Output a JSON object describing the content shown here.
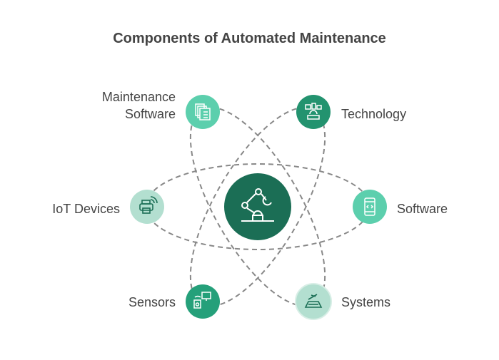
{
  "title": "Components of Automated Maintenance",
  "center": {
    "icon": "robot-arm-icon",
    "color": "#1b6e55"
  },
  "nodes": [
    {
      "label": "Maintenance Software",
      "line1": "Maintenance",
      "line2": "Software",
      "icon": "documents-checklist-icon",
      "color": "#5ccfad"
    },
    {
      "label": "Technology",
      "icon": "devices-network-icon",
      "color": "#23936f"
    },
    {
      "label": "IoT Devices",
      "icon": "wireless-printer-icon",
      "color": "#b3dfd0"
    },
    {
      "label": "Software",
      "icon": "mobile-code-icon",
      "color": "#5ccfad"
    },
    {
      "label": "Sensors",
      "icon": "sensor-monitor-icon",
      "color": "#25a07a"
    },
    {
      "label": "Systems",
      "icon": "conveyor-system-icon",
      "color": "#b3dfd0"
    }
  ]
}
